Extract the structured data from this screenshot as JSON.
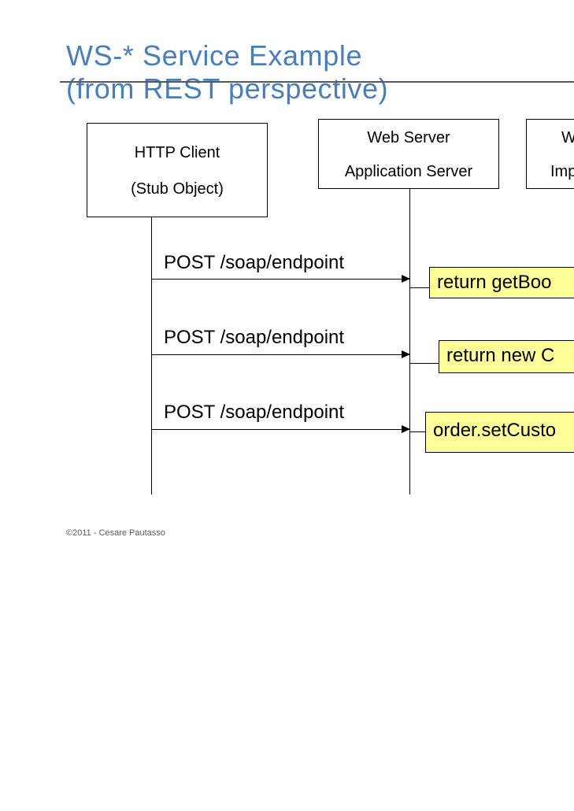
{
  "slide": {
    "title_line1": "WS-* Service Example",
    "title_line2": "(from REST perspective)",
    "footer": "©2011 - Cesare Pautasso"
  },
  "participants": {
    "client": {
      "line1": "HTTP Client",
      "line2": "(Stub Object)"
    },
    "server": {
      "line1": "Web Server",
      "line2": "Application Server"
    },
    "impl": {
      "line1": "W",
      "line2": "Imp"
    }
  },
  "messages": [
    {
      "label": "POST /soap/endpoint",
      "call": "return getBoo"
    },
    {
      "label": "POST /soap/endpoint",
      "call": "return new C"
    },
    {
      "label": "POST /soap/endpoint",
      "call": "order.setCusto"
    }
  ],
  "colors": {
    "title": "#4a7ebb",
    "call_box_fill": "#ffff99",
    "rule": "#595959"
  }
}
